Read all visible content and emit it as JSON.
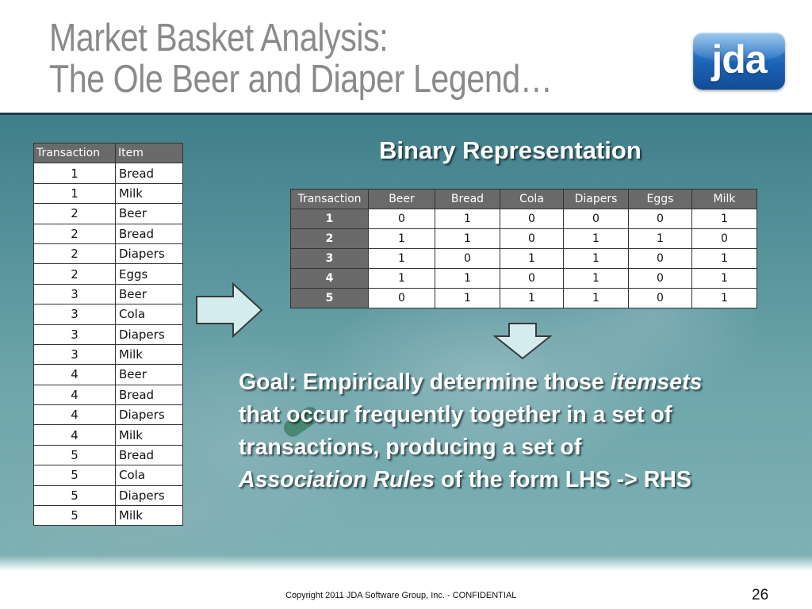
{
  "slide": {
    "title_line1": "Market Basket Analysis:",
    "title_line2": "The Ole Beer and Diaper Legend…",
    "logo_text": "jda",
    "footer": "Copyright 2011 JDA Software Group, Inc. - CONFIDENTIAL",
    "page_number": "26",
    "colors": {
      "title": "#8a8a8a",
      "logo": "#1b63b6",
      "table_header": "#6a6a6a"
    }
  },
  "transactions": {
    "headers": [
      "Transaction",
      "Item"
    ],
    "rows": [
      [
        "1",
        "Bread"
      ],
      [
        "1",
        "Milk"
      ],
      [
        "2",
        "Beer"
      ],
      [
        "2",
        "Bread"
      ],
      [
        "2",
        "Diapers"
      ],
      [
        "2",
        "Eggs"
      ],
      [
        "3",
        "Beer"
      ],
      [
        "3",
        "Cola"
      ],
      [
        "3",
        "Diapers"
      ],
      [
        "3",
        "Milk"
      ],
      [
        "4",
        "Beer"
      ],
      [
        "4",
        "Bread"
      ],
      [
        "4",
        "Diapers"
      ],
      [
        "4",
        "Milk"
      ],
      [
        "5",
        "Bread"
      ],
      [
        "5",
        "Cola"
      ],
      [
        "5",
        "Diapers"
      ],
      [
        "5",
        "Milk"
      ]
    ]
  },
  "binary": {
    "title": "Binary Representation",
    "headers": [
      "Transaction",
      "Beer",
      "Bread",
      "Cola",
      "Diapers",
      "Eggs",
      "Milk"
    ],
    "rows": [
      [
        "1",
        "0",
        "1",
        "0",
        "0",
        "0",
        "1"
      ],
      [
        "2",
        "1",
        "1",
        "0",
        "1",
        "1",
        "0"
      ],
      [
        "3",
        "1",
        "0",
        "1",
        "1",
        "0",
        "1"
      ],
      [
        "4",
        "1",
        "1",
        "0",
        "1",
        "0",
        "1"
      ],
      [
        "5",
        "0",
        "1",
        "1",
        "1",
        "0",
        "1"
      ]
    ]
  },
  "goal": {
    "l1_a": "Goal: Empirically determine those ",
    "l1_b": "itemsets",
    "l2": "that occur frequently together in a set of",
    "l3": "transactions, producing a set of",
    "l4_a": "Association Rules",
    "l4_b": " of the form LHS -> RHS"
  }
}
